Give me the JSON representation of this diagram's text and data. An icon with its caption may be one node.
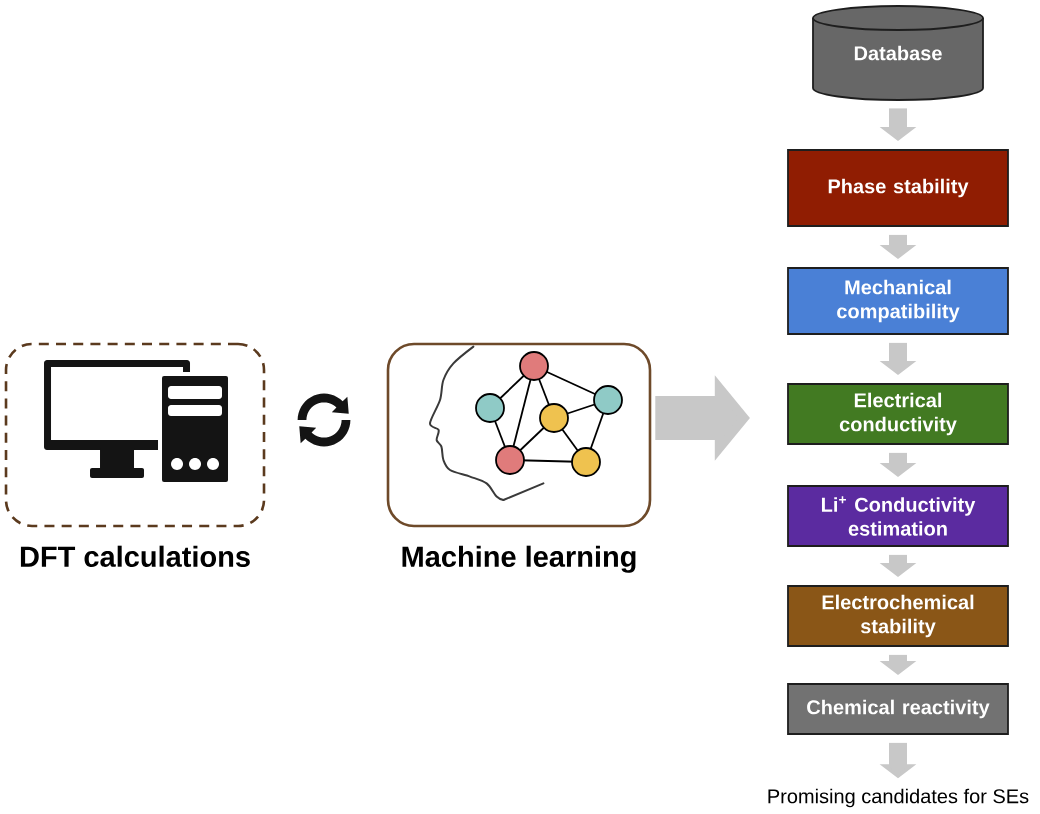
{
  "diagram": {
    "nodes": [
      {
        "text": [
          "DFT calculations"
        ]
      },
      {
        "text": [
          "Machine learning"
        ]
      },
      {
        "text": [
          "Database"
        ]
      },
      {
        "text": [
          "Phase stability"
        ]
      },
      {
        "text": [
          "Mechanical compatibility"
        ]
      },
      {
        "text": [
          "Electrical conductivity"
        ]
      },
      {
        "text": [
          "Li$^{+}$ Conductivity estimation"
        ]
      },
      {
        "text": [
          "Electrochemical stability"
        ]
      },
      {
        "text": [
          "Chemical reactivity"
        ]
      },
      {
        "text": [
          "Promising candidates for SEs"
        ]
      }
    ],
    "edges": [
      {
        "from": 1,
        "to": null,
        "arrow": "to",
        "style": "thick"
      },
      {
        "from": 2,
        "to": 3,
        "arrow": "to"
      },
      {
        "from": 3,
        "to": 4,
        "arrow": "to"
      },
      {
        "from": 4,
        "to": 5,
        "arrow": "to"
      },
      {
        "from": 5,
        "to": 6,
        "arrow": "to"
      },
      {
        "from": 6,
        "to": 7,
        "arrow": "to"
      },
      {
        "from": 7,
        "to": 8,
        "arrow": "to"
      },
      {
        "from": 8,
        "to": 9,
        "arrow": "to"
      }
    ]
  }
}
